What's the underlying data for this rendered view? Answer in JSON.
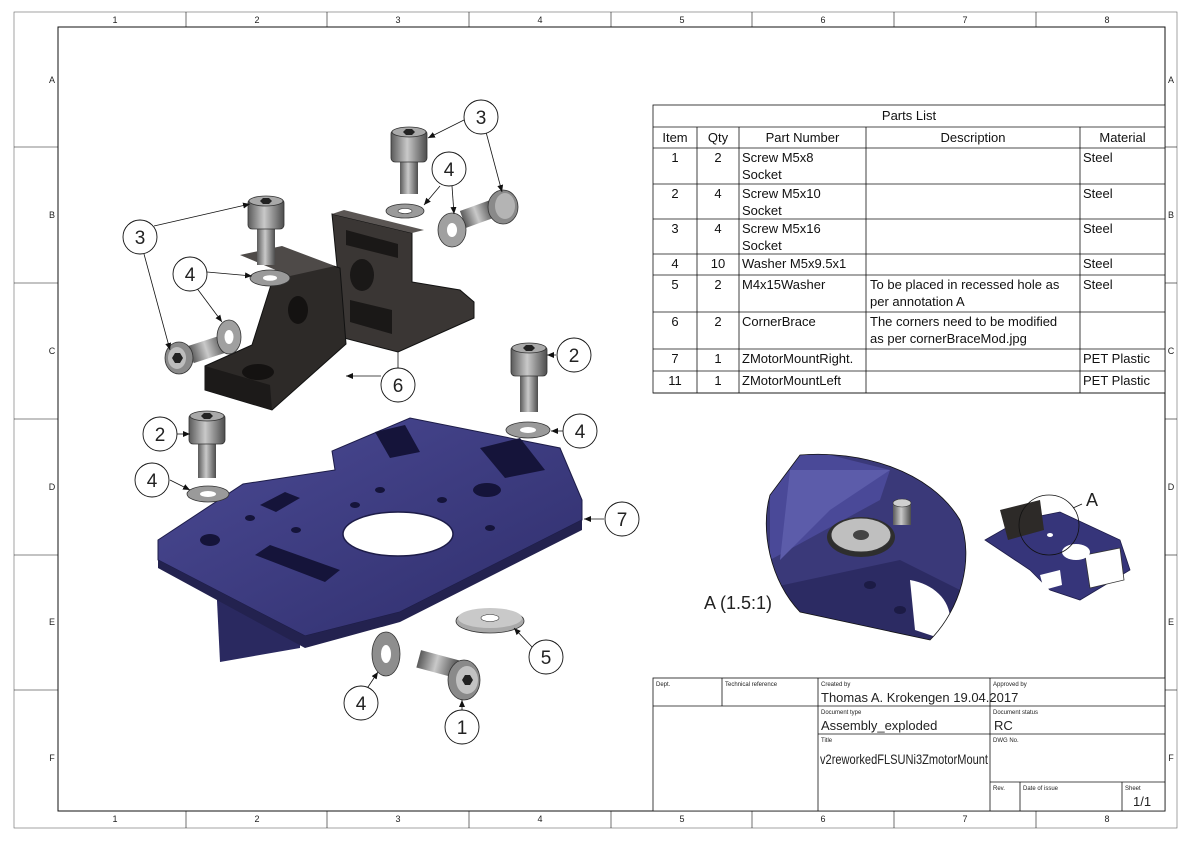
{
  "frame": {
    "columns": [
      "1",
      "2",
      "3",
      "4",
      "5",
      "6",
      "7",
      "8"
    ],
    "rows": [
      "A",
      "B",
      "C",
      "D",
      "E",
      "F"
    ]
  },
  "parts_list": {
    "title": "Parts List",
    "headers": [
      "Item",
      "Qty",
      "Part Number",
      "Description",
      "Material"
    ],
    "rows": [
      {
        "item": "1",
        "qty": "2",
        "part": [
          "Screw M5x8",
          "Socket"
        ],
        "desc": [],
        "material": "Steel"
      },
      {
        "item": "2",
        "qty": "4",
        "part": [
          "Screw M5x10",
          "Socket"
        ],
        "desc": [],
        "material": "Steel"
      },
      {
        "item": "3",
        "qty": "4",
        "part": [
          "Screw M5x16",
          "Socket"
        ],
        "desc": [],
        "material": "Steel"
      },
      {
        "item": "4",
        "qty": "10",
        "part": [
          "Washer M5x9.5x1"
        ],
        "desc": [],
        "material": "Steel"
      },
      {
        "item": "5",
        "qty": "2",
        "part": [
          "M4x15Washer"
        ],
        "desc": [
          "To be placed in recessed hole as",
          "per annotation A"
        ],
        "material": "Steel"
      },
      {
        "item": "6",
        "qty": "2",
        "part": [
          "CornerBrace"
        ],
        "desc": [
          "The corners need to be modified",
          "as per cornerBraceMod.jpg"
        ],
        "material": ""
      },
      {
        "item": "7",
        "qty": "1",
        "part": [
          "ZMotorMountRight."
        ],
        "desc": [],
        "material": "PET Plastic"
      },
      {
        "item": "11",
        "qty": "1",
        "part": [
          "ZMotorMountLeft"
        ],
        "desc": [],
        "material": "PET Plastic"
      }
    ]
  },
  "balloons": [
    "3",
    "4",
    "3",
    "4",
    "6",
    "2",
    "4",
    "2",
    "4",
    "7",
    "5",
    "4",
    "1"
  ],
  "detail": {
    "callout": "A",
    "label": "A (1.5:1)"
  },
  "title_block": {
    "dept_label": "Dept.",
    "tech_ref_label": "Technical reference",
    "created_by_label": "Created by",
    "created_by": "Thomas A. Krokengen 19.04.2017",
    "approved_by_label": "Approved by",
    "doc_type_label": "Document type",
    "doc_type": "Assembly_exploded",
    "doc_status_label": "Document status",
    "doc_status": "RC",
    "title_label": "Title",
    "title": "v2reworkedFLSUNi3ZmotorMount",
    "dwg_label": "DWG No.",
    "rev_label": "Rev.",
    "date_label": "Date of issue",
    "sheet_label": "Sheet",
    "sheet": "1/1"
  },
  "colors": {
    "plate": "#3b3a7a",
    "plate_dark": "#26255a",
    "brace": "#2d2a28",
    "brace_dark": "#1a1817",
    "steel": "#8d8d8d",
    "steel_dark": "#4a4a4a"
  }
}
